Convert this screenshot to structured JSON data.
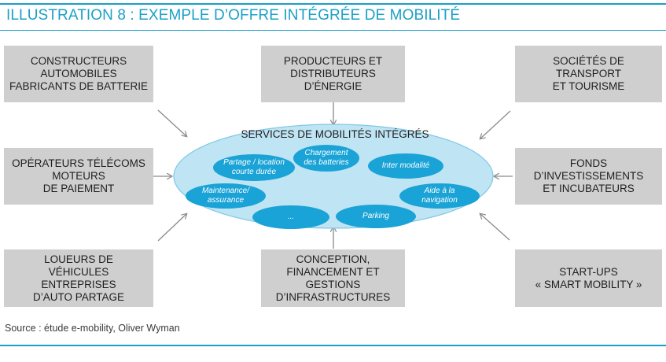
{
  "title": "ILLUSTRATION 8 : EXEMPLE D’OFFRE INTÉGRÉE DE MOBILITÉ",
  "center": {
    "title": "SERVICES DE MOBILITÉS INTÉGRÉS",
    "services": [
      "Partage / location\ncourte durée",
      "Chargement\ndes batteries",
      "Inter modalité",
      "Maintenance/\nassurance",
      "Aide à la\nnavigation",
      "...",
      "Parking"
    ]
  },
  "boxes": {
    "top_left": "CONSTRUCTEURS\nAUTOMOBILES\nFABRICANTS DE BATTERIE",
    "top_center": "PRODUCTEURS ET\nDISTRIBUTEURS\nD’ÉNERGIE",
    "top_right": "SOCIÉTÉS DE\nTRANSPORT\nET TOURISME",
    "mid_left": "OPÉRATEURS TÉLÉCOMS\nMOTEURS\nDE PAIEMENT",
    "mid_right": "FONDS\nD’INVESTISSEMENTS\nET INCUBATEURS",
    "bottom_left": "LOUEURS DE\nVÉHICULES\nENTREPRISES\nD’AUTO PARTAGE",
    "bottom_center": "CONCEPTION,\nFINANCEMENT ET\nGESTIONS\nD’INFRASTRUCTURES",
    "bottom_right": "START-UPS\n« SMART MOBILITY »"
  },
  "source": "Source : étude e-mobility, Oliver Wyman",
  "colors": {
    "accent": "#1aa0c8",
    "box_fill": "#cfcfcf",
    "ellipse_fill": "#bfe4f3",
    "ellipse_stroke": "#7fc8e6",
    "pill_fill": "#1aa3d6",
    "arrow": "#8a8a8a"
  }
}
